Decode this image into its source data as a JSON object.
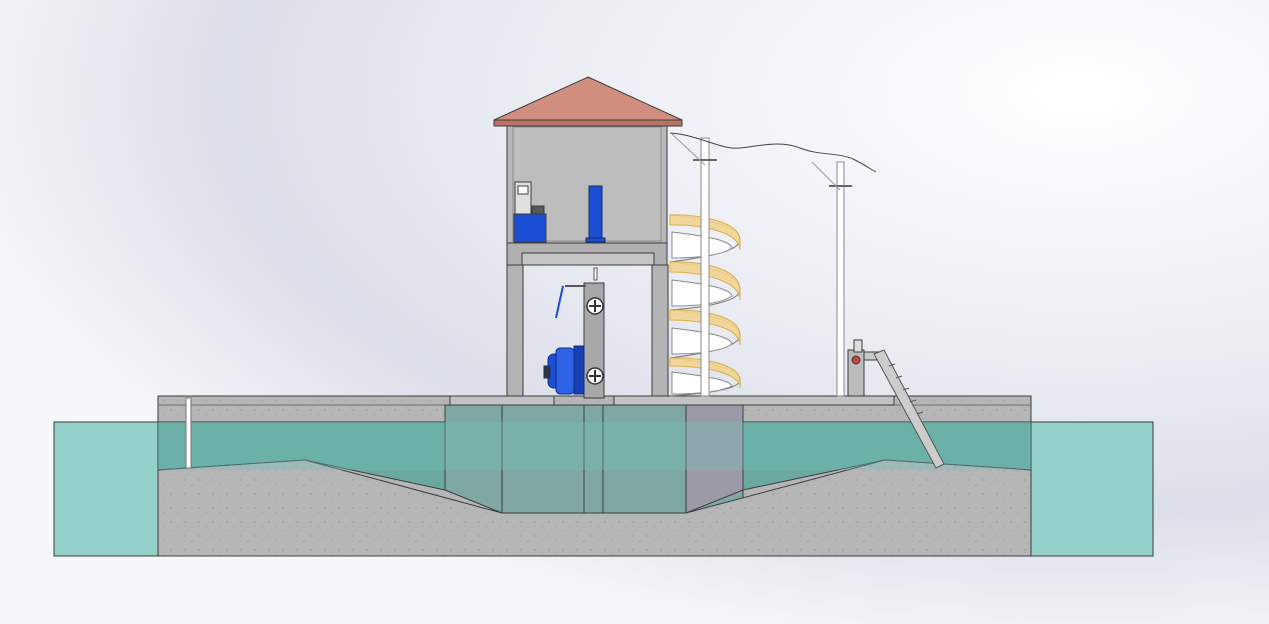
{
  "scene": {
    "subject": "",
    "colors": {
      "background_light": "#ffffff",
      "background_shade": "#d9dde8",
      "concrete": "#b4b4b4",
      "concrete_dark": "#9b9b9b",
      "water": "#7ec9c2",
      "roof": "#d08e7e",
      "motor_blue": "#1a4fd6",
      "stair_railing": "#f2c45a",
      "outline": "#3c3c3c"
    },
    "elements": [
      "roof",
      "pump-house",
      "control-cabinet",
      "hoist-motor",
      "gate-frame",
      "pump-motor",
      "valve",
      "spiral-staircase",
      "utility-pole-1",
      "utility-pole-2",
      "power-line",
      "trash-rack",
      "rack-hoist",
      "concrete-base",
      "upstream-water",
      "downstream-water",
      "inflow-channel",
      "outflow-channel",
      "gate-pier",
      "walkway-slab"
    ]
  }
}
